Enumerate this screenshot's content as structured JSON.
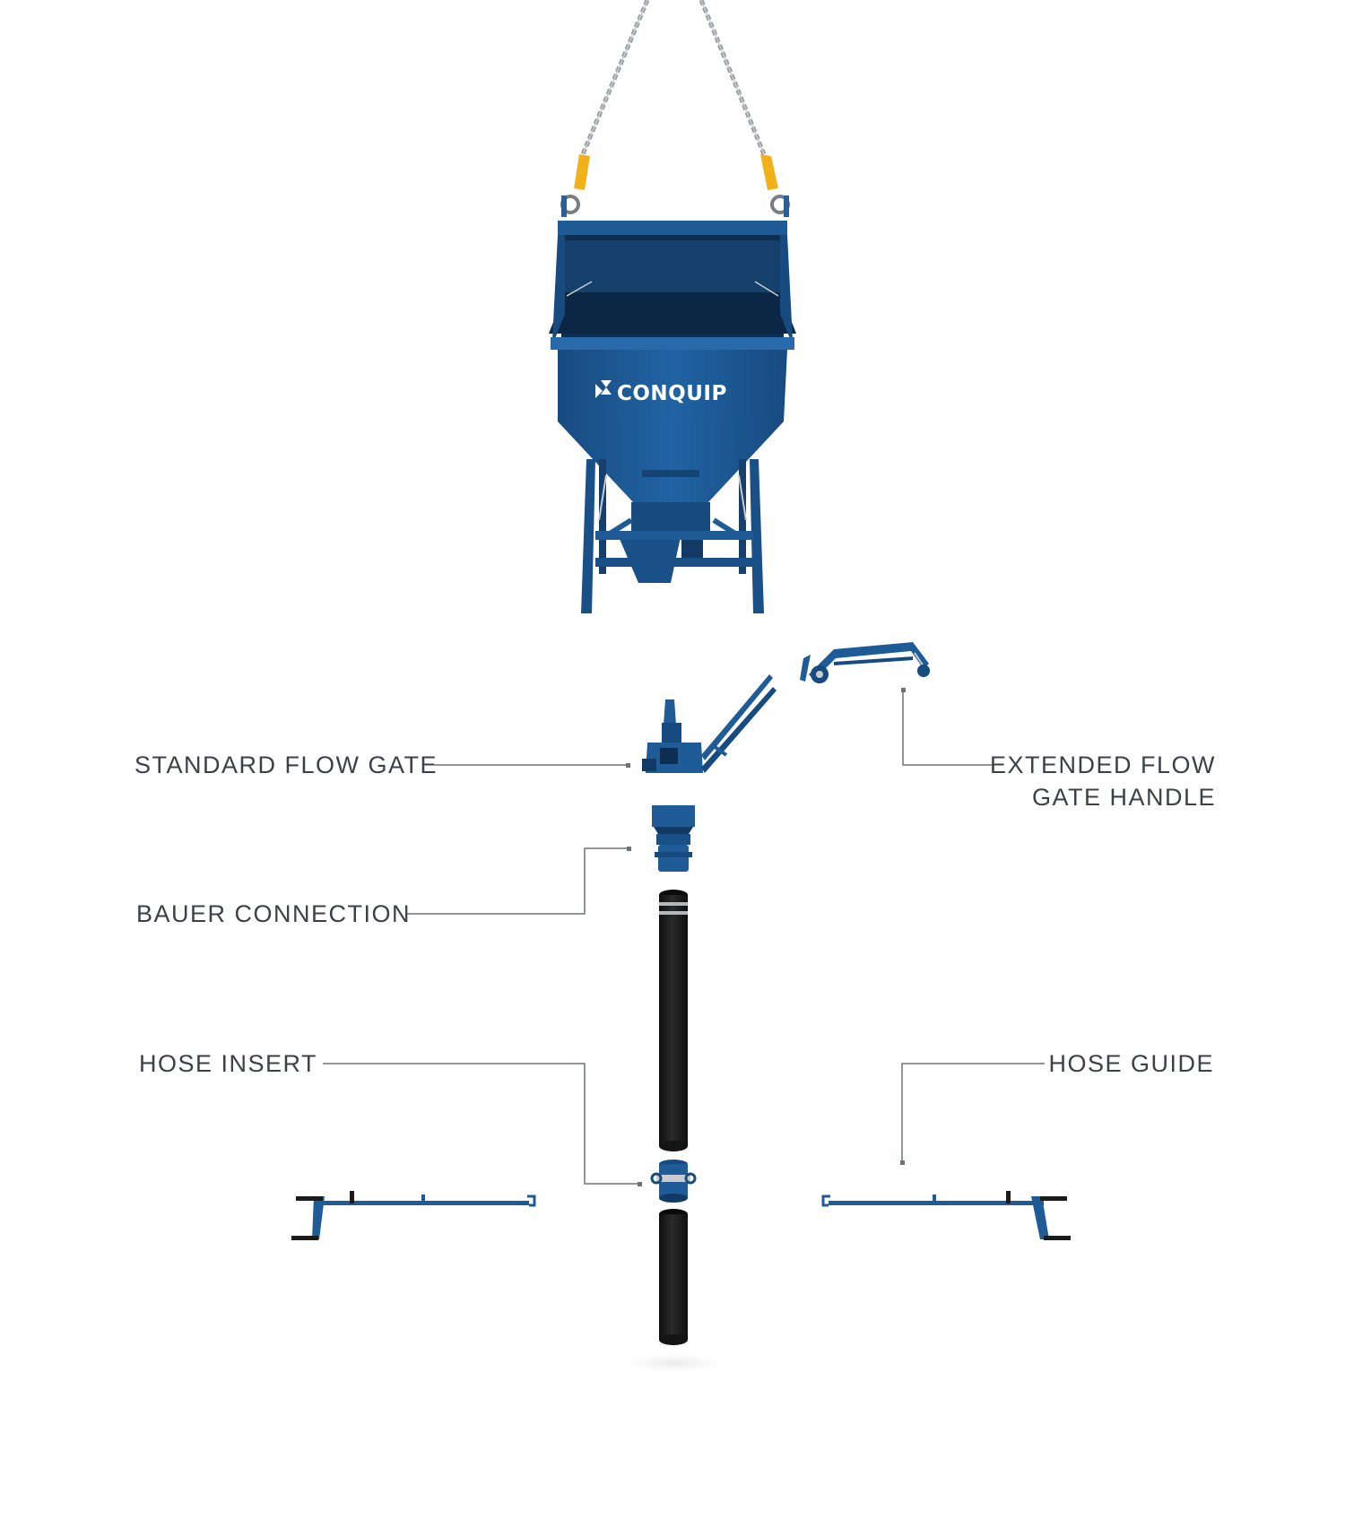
{
  "brand": {
    "logo_text": "CONQUIP",
    "colors": {
      "bucket_blue": "#1f5b96",
      "bucket_dark": "#123a64",
      "hose_black": "#1b1b1b",
      "chain_grey": "#9a9da1",
      "shackle_yellow": "#f2b11a",
      "leader_grey": "#6f7378",
      "label_text": "#3d4147"
    }
  },
  "labels": {
    "standard_flow_gate": "STANDARD FLOW GATE",
    "extended_flow_gate_handle_line1": "EXTENDED FLOW",
    "extended_flow_gate_handle_line2": "GATE HANDLE",
    "bauer_connection": "BAUER CONNECTION",
    "hose_insert": "HOSE INSERT",
    "hose_guide": "HOSE GUIDE"
  },
  "icons": {
    "bucket": "concrete-bucket-icon",
    "chain": "lifting-chain-icon",
    "flow_gate": "flow-gate-icon",
    "gate_handle": "gate-handle-icon",
    "bauer": "bauer-coupling-icon",
    "hose": "hose-icon",
    "hose_insert": "hose-insert-icon",
    "hose_guide": "hose-guide-icon"
  }
}
